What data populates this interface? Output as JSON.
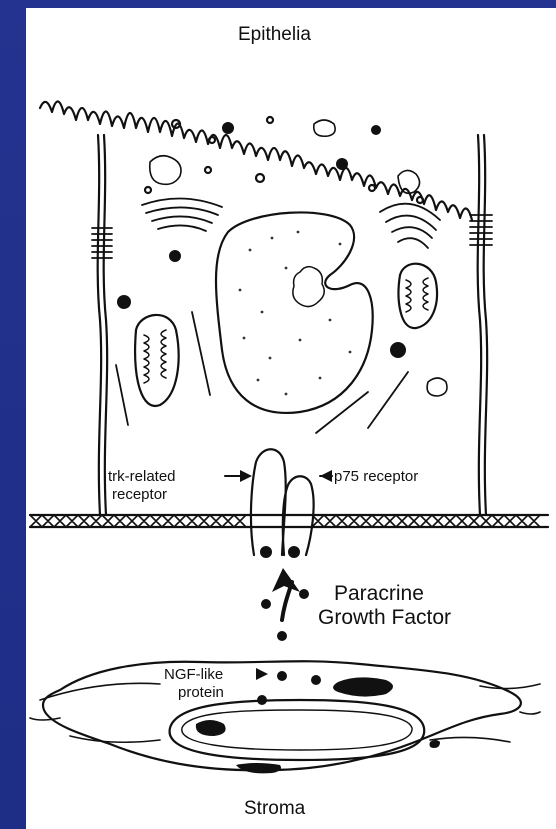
{
  "labels": {
    "top": "Epithelia",
    "bottom": "Stroma",
    "trk_line1": "trk-related",
    "trk_line2": "receptor",
    "p75": "p75 receptor",
    "paracrine_line1": "Paracrine",
    "paracrine_line2": "Growth Factor",
    "ngf_line1": "NGF-like",
    "ngf_line2": "protein"
  },
  "colors": {
    "frame": "#1e2d86",
    "ink": "#111111",
    "paper": "#ffffff"
  }
}
